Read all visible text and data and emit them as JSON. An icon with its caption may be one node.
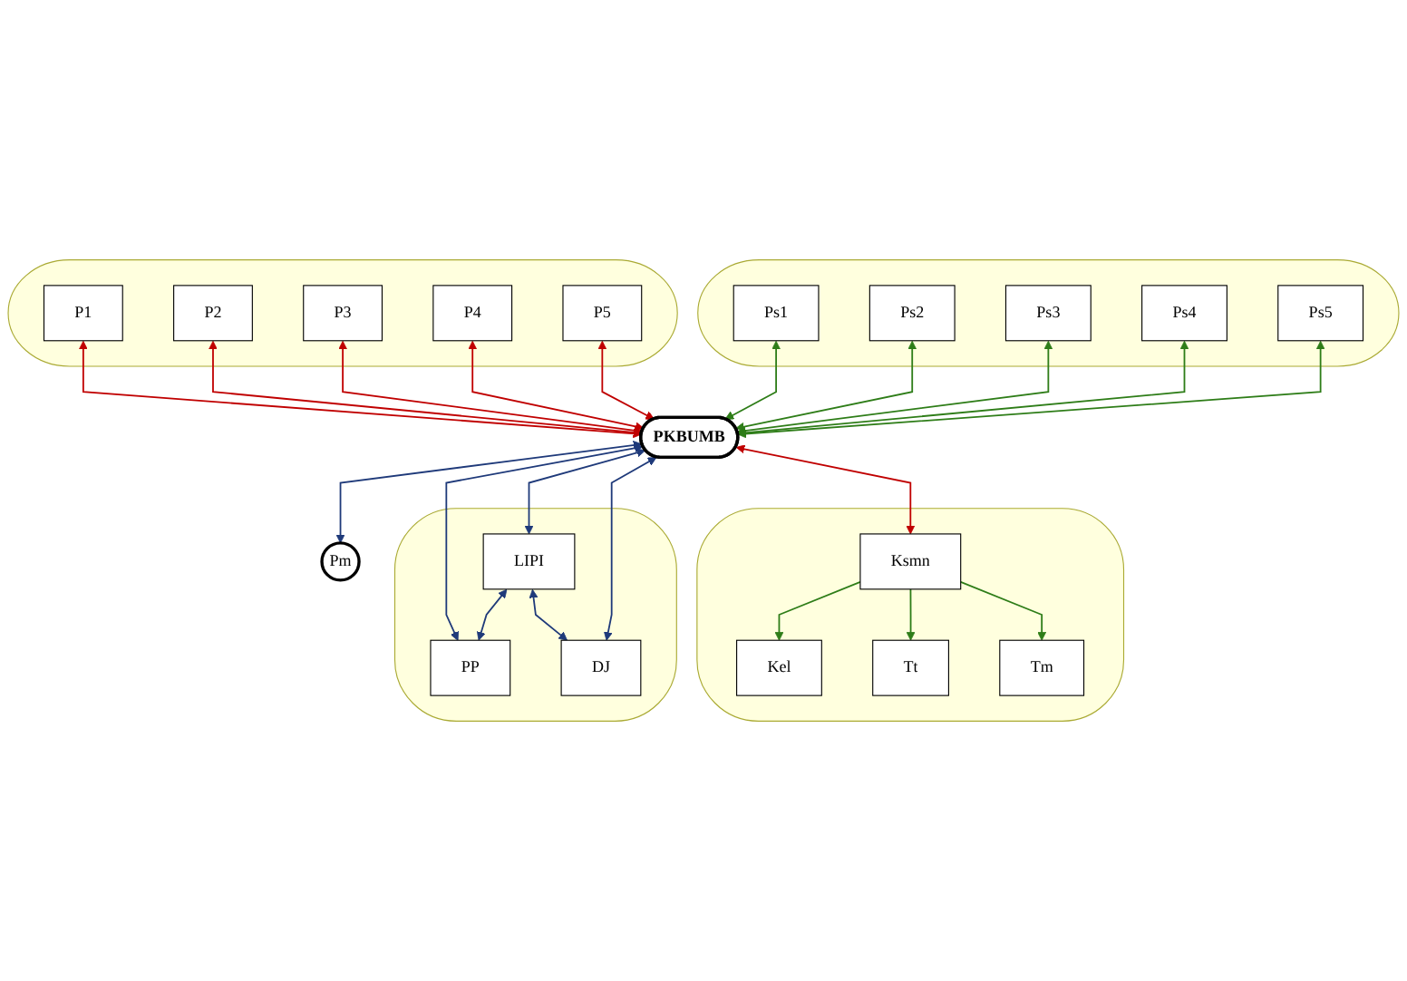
{
  "diagram": {
    "nodes": [
      {
        "text": [],
        "shape": "ellipse"
      },
      {
        "text": [
          "P1"
        ],
        "in": 0
      },
      {
        "text": [
          "P2"
        ],
        "in": 0
      },
      {
        "text": [
          "P3"
        ],
        "in": 0
      },
      {
        "text": [
          "P4"
        ],
        "in": 0
      },
      {
        "text": [
          "P5"
        ],
        "in": 0
      },
      {
        "text": [
          "Pm"
        ]
      },
      {
        "text": [],
        "shape": "ellipse"
      },
      {
        "text": [
          "Ps1"
        ],
        "in": 7
      },
      {
        "text": [
          "Ps2"
        ],
        "in": 7
      },
      {
        "text": [
          "Ps3"
        ],
        "in": 7
      },
      {
        "text": [
          "Ps4"
        ],
        "in": 7
      },
      {
        "text": [
          "Ps5"
        ],
        "in": 7
      },
      {
        "text": [
          "PKBUMB"
        ]
      },
      {
        "text": [],
        "shape": "ellipse"
      },
      {
        "text": [
          "PP"
        ],
        "in": 14
      },
      {
        "text": [
          "LIPI"
        ],
        "in": 14
      },
      {
        "text": [
          "DJ"
        ],
        "in": 14
      },
      {
        "text": [],
        "shape": "ellipse"
      },
      {
        "text": [
          "Ksmn"
        ],
        "in": 18
      },
      {
        "text": [
          "Kel"
        ],
        "in": 18
      },
      {
        "text": [
          "Tt"
        ],
        "in": 18
      },
      {
        "text": [
          "Tm"
        ],
        "in": 18
      }
    ],
    "edges": [
      {
        "from": 1,
        "to": 13,
        "arrow": "both",
        "color": "#c00000"
      },
      {
        "from": 2,
        "to": 13,
        "arrow": "both",
        "color": "#c00000"
      },
      {
        "from": 3,
        "to": 13,
        "arrow": "both",
        "color": "#c00000"
      },
      {
        "from": 4,
        "to": 13,
        "arrow": "both",
        "color": "#c00000"
      },
      {
        "from": 5,
        "to": 13,
        "arrow": "both",
        "color": "#c00000"
      },
      {
        "from": 8,
        "to": 13,
        "arrow": "both"
      },
      {
        "from": 9,
        "to": 13,
        "arrow": "both"
      },
      {
        "from": 10,
        "to": 13,
        "arrow": "both"
      },
      {
        "from": 11,
        "to": 13,
        "arrow": "both"
      },
      {
        "from": 12,
        "to": 13,
        "arrow": "both"
      },
      {
        "from": 13,
        "to": 6,
        "arrow": "both",
        "color": "#1f3a7a"
      },
      {
        "from": 13,
        "to": 15,
        "arrow": "both",
        "color": "#1f3a7a"
      },
      {
        "from": 13,
        "to": 16,
        "arrow": "both",
        "color": "#1f3a7a"
      },
      {
        "from": 13,
        "to": 17,
        "arrow": "both",
        "color": "#1f3a7a"
      },
      {
        "from": 16,
        "to": 15,
        "arrow": "both",
        "color": "#1f3a7a"
      },
      {
        "from": 16,
        "to": 17,
        "arrow": "both",
        "color": "#1f3a7a"
      },
      {
        "from": 13,
        "to": 19,
        "arrow": "both",
        "color": "#c00000"
      },
      {
        "from": 19,
        "to": 20,
        "arrow": "to"
      },
      {
        "from": 19,
        "to": 21,
        "arrow": "to"
      },
      {
        "from": 19,
        "to": 22,
        "arrow": "to"
      }
    ]
  }
}
